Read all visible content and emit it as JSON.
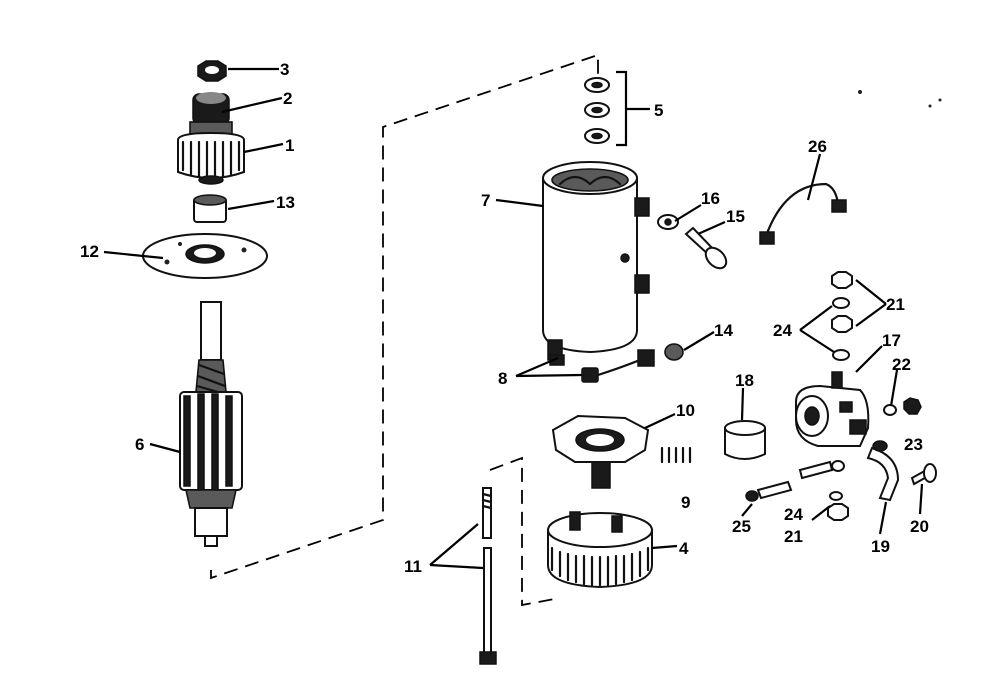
{
  "diagram": {
    "callouts": {
      "c1": "1",
      "c2": "2",
      "c3": "3",
      "c4": "4",
      "c5": "5",
      "c6": "6",
      "c7": "7",
      "c8": "8",
      "c9": "9",
      "c10": "10",
      "c11": "11",
      "c12": "12",
      "c13": "13",
      "c14": "14",
      "c15": "15",
      "c16": "16",
      "c17": "17",
      "c18": "18",
      "c19": "19",
      "c20": "20",
      "c21a": "21",
      "c21b": "21",
      "c22": "22",
      "c23": "23",
      "c24a": "24",
      "c24b": "24",
      "c25": "25",
      "c26": "26"
    }
  }
}
